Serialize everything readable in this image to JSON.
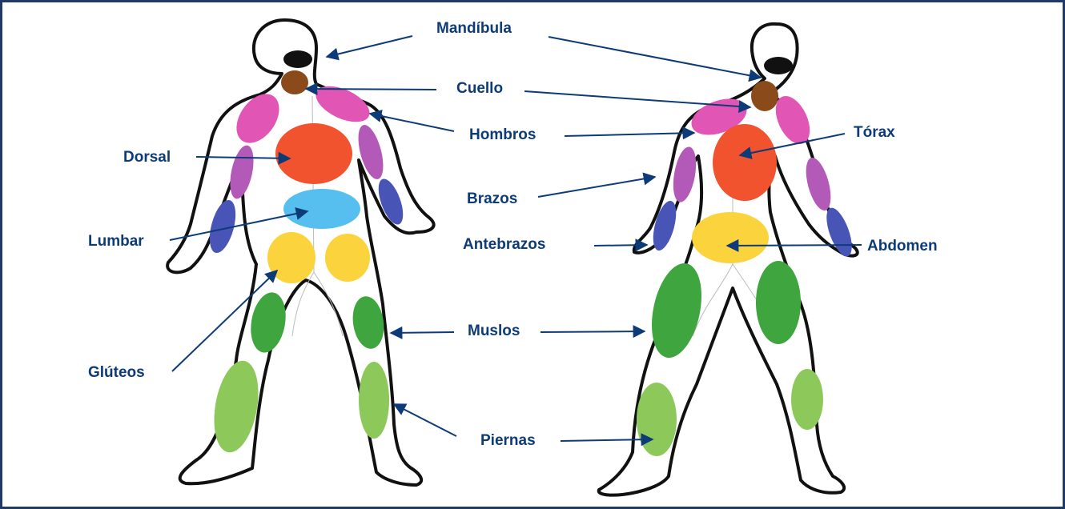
{
  "colors": {
    "text": "#0d3b78",
    "neck": "#8b4a1a",
    "shoulders": "#e155b4",
    "torso": "#f0532d",
    "lumbar": "#56bff0",
    "abdomen": "#fbd43d",
    "arms": "#b35ab8",
    "forearms": "#4855b6",
    "thighs": "#3ea53f",
    "legs": "#8dc95a"
  },
  "labels": {
    "mandibula": "Mandíbula",
    "cuello": "Cuello",
    "hombros": "Hombros",
    "torax": "Tórax",
    "dorsal": "Dorsal",
    "brazos": "Brazos",
    "lumbar": "Lumbar",
    "antebrazos": "Antebrazos",
    "abdomen": "Abdomen",
    "muslos": "Muslos",
    "gluteos": "Glúteos",
    "piernas": "Piernas"
  }
}
